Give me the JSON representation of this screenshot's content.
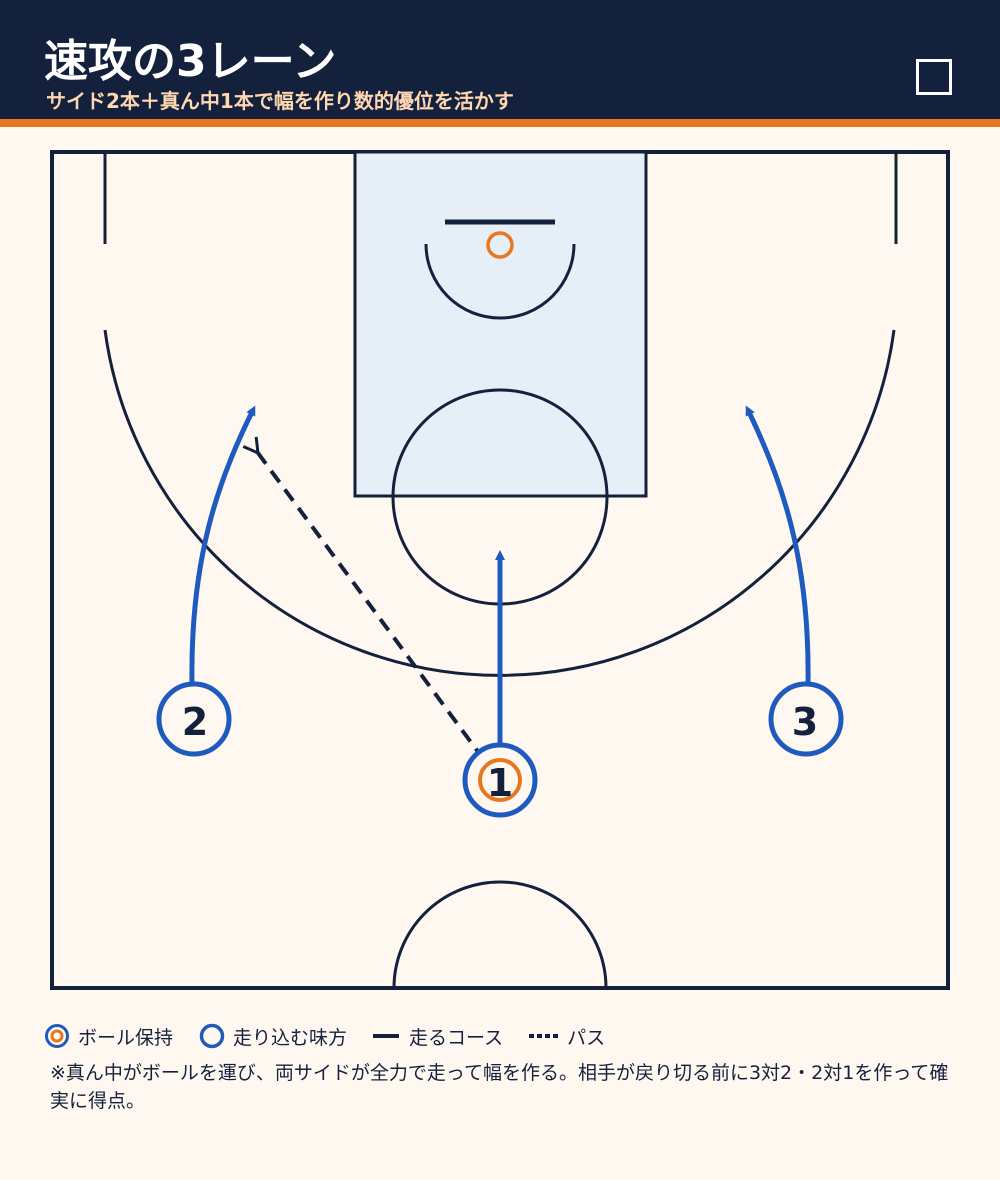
{
  "header": {
    "title": "速攻の3レーン",
    "subtitle": "サイド2本＋真ん中1本で幅を作り数的優位を活かす",
    "corner_icon": "square-outline-icon"
  },
  "colors": {
    "navy": "#14213d",
    "orange": "#e87722",
    "blue": "#1f5bbf",
    "paint": "#e6eef8",
    "background": "#fff8f0"
  },
  "players": [
    {
      "label": "1",
      "role": "ball-handler"
    },
    {
      "label": "2",
      "role": "runner-left"
    },
    {
      "label": "3",
      "role": "runner-right"
    }
  ],
  "legend": [
    {
      "label": "ボール保持",
      "icon": "ball-holder-icon"
    },
    {
      "label": "走り込む味方",
      "icon": "runner-icon"
    },
    {
      "label": "走るコース",
      "icon": "solid-line-icon"
    },
    {
      "label": "パス",
      "icon": "dashed-line-icon"
    }
  ],
  "note": "※真ん中がボールを運び、両サイドが全力で走って幅を作る。相手が戻り切る前に3対2・2対1を作って確実に得点。"
}
